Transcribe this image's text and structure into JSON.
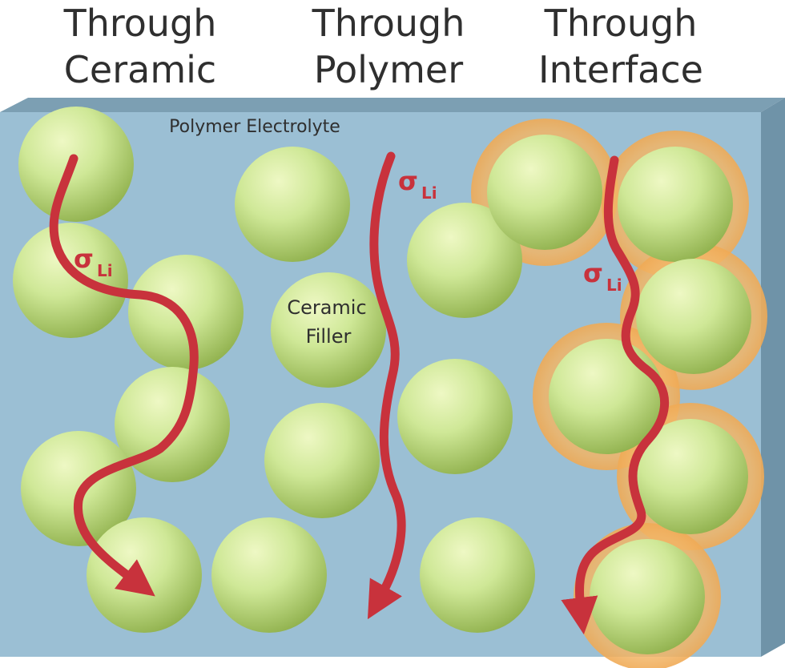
{
  "headings": {
    "ceramic": [
      "Through",
      "Ceramic"
    ],
    "polymer": [
      "Through",
      "Polymer"
    ],
    "interface": [
      "Through",
      "Interface"
    ]
  },
  "labels": {
    "matrix": "Polymer Electrolyte",
    "filler_line1": "Ceramic",
    "filler_line2": "Filler",
    "sigma_symbol": "σ",
    "sigma_subscript": "Li"
  },
  "colors": {
    "matrix_face": "#9bbfd4",
    "matrix_top": "#7c9fb3",
    "matrix_side": "#6f93a8",
    "particle_light": "#e6f5b2",
    "particle_mid": "#c9e58a",
    "particle_dark": "#8fb04c",
    "interface_shell": "#f2b566",
    "arrow": "#c8323c",
    "text": "#2f2f2f"
  }
}
